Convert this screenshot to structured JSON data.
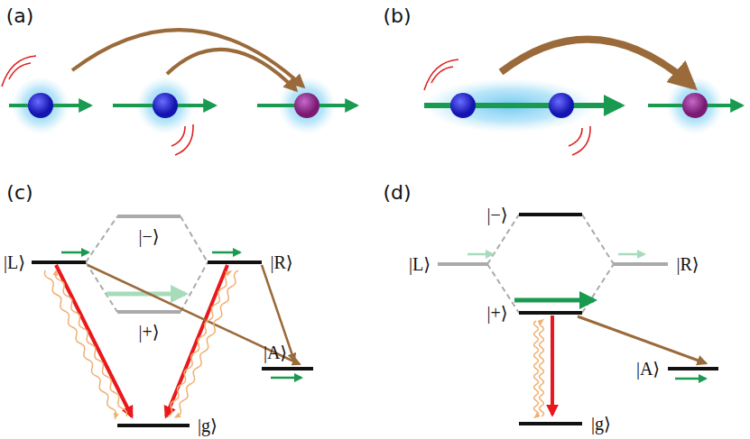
{
  "diagram": {
    "labels": [
      "(a)",
      "(b)",
      "(c)",
      "(d)",
      "|L⟩",
      "|−⟩",
      "|R⟩",
      "|+⟩",
      "|A⟩",
      "|g⟩",
      "|−⟩",
      "|L⟩",
      "|R⟩",
      "|+⟩",
      "|A⟩",
      "|g⟩"
    ]
  }
}
